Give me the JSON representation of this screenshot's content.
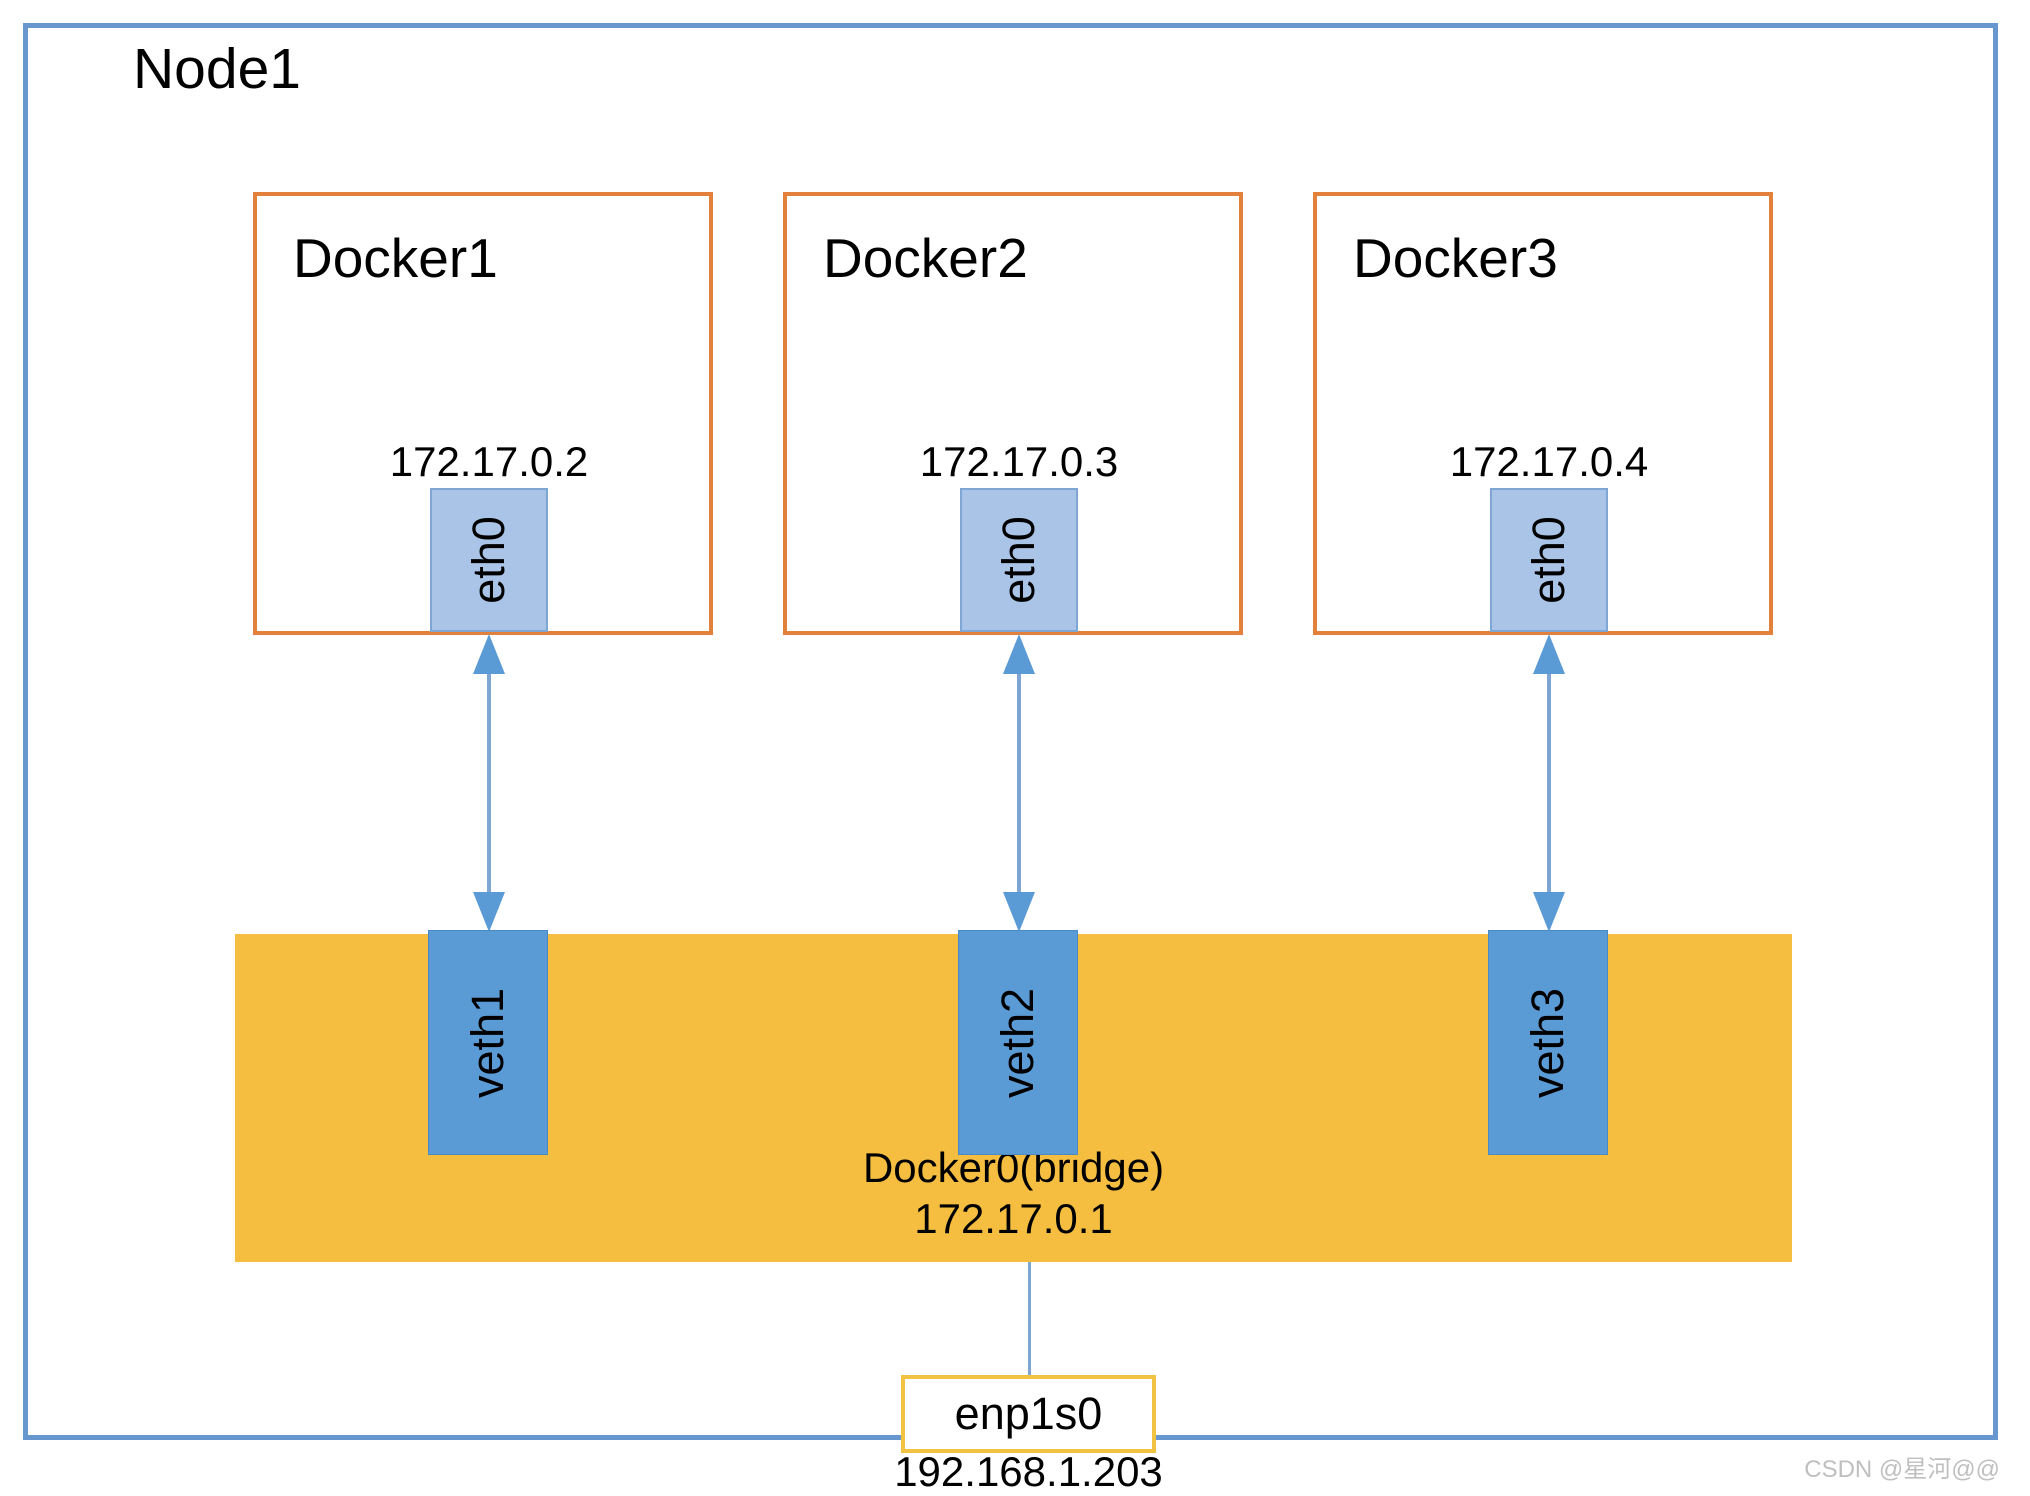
{
  "node": {
    "title": "Node1",
    "border_color": "#6896CF"
  },
  "containers": [
    {
      "name": "Docker1",
      "interface": "eth0",
      "ip": "172.17.0.2",
      "box_border_color": "#E2803C",
      "iface_fill_color": "#A9C4E6"
    },
    {
      "name": "Docker2",
      "interface": "eth0",
      "ip": "172.17.0.3",
      "box_border_color": "#E2803C",
      "iface_fill_color": "#A9C4E6"
    },
    {
      "name": "Docker3",
      "interface": "eth0",
      "ip": "172.17.0.4",
      "box_border_color": "#E2803C",
      "iface_fill_color": "#A9C4E6"
    }
  ],
  "bridge": {
    "name": "Docker0(bridge)",
    "ip": "172.17.0.1",
    "fill_color": "#F5BE41",
    "veths": [
      {
        "label": "veth1",
        "fill_color": "#5B9BD5"
      },
      {
        "label": "veth2",
        "fill_color": "#5B9BD5"
      },
      {
        "label": "veth3",
        "fill_color": "#5B9BD5"
      }
    ]
  },
  "links": [
    {
      "from": "veth1",
      "to": "Docker1 eth0",
      "style": "double-arrow",
      "color": "#7FA6D3"
    },
    {
      "from": "veth2",
      "to": "Docker2 eth0",
      "style": "double-arrow",
      "color": "#7FA6D3"
    },
    {
      "from": "veth3",
      "to": "Docker3 eth0",
      "style": "double-arrow",
      "color": "#7FA6D3"
    }
  ],
  "nic": {
    "label": "enp1s0",
    "ip": "192.168.1.203",
    "border_color": "#F2C243"
  },
  "watermark": {
    "text": "CSDN @星河@@"
  }
}
